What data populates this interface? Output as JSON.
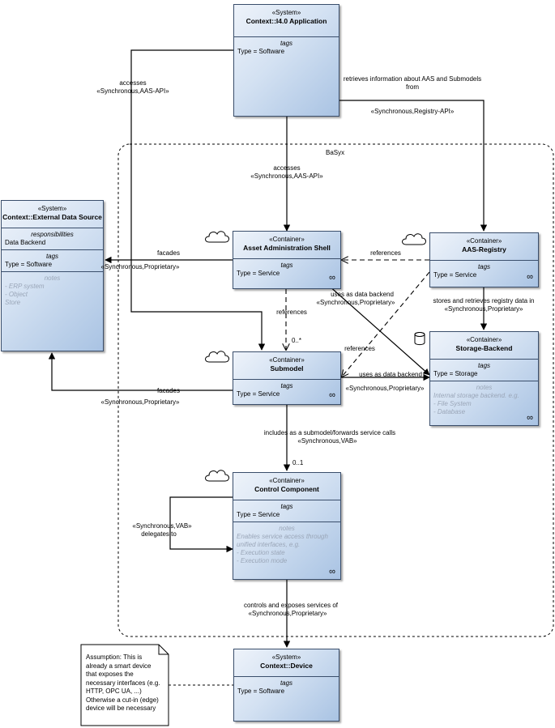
{
  "boundary": {
    "label": "BaSyx"
  },
  "nodes": {
    "i40_app": {
      "stereotype": "«System»",
      "title": "Context::I4.0 Application",
      "tags_label": "tags",
      "type": "Type = Software"
    },
    "external": {
      "stereotype": "«System»",
      "title": "Context::External Data Source",
      "resp_label": "responsibilities",
      "resp": "Data Backend",
      "tags_label": "tags",
      "type": "Type = Software",
      "notes_label": "notes",
      "notes": [
        "- ERP system",
        "- Object",
        "Store"
      ]
    },
    "aas": {
      "stereotype": "«Container»",
      "title": "Asset Administration Shell",
      "tags_label": "tags",
      "type": "Type = Service"
    },
    "registry": {
      "stereotype": "«Container»",
      "title": "AAS-Registry",
      "tags_label": "tags",
      "type": "Type = Service"
    },
    "storage": {
      "stereotype": "«Container»",
      "title": "Storage-Backend",
      "tags_label": "tags",
      "type": "Type = Storage",
      "notes_label": "notes",
      "notes": [
        "Internal storage backend. e.g.",
        "- File System",
        "- Database"
      ]
    },
    "submodel": {
      "stereotype": "«Container»",
      "title": "Submodel",
      "tags_label": "tags",
      "type": "Type = Service"
    },
    "control": {
      "stereotype": "«Container»",
      "title": "Control Component",
      "tags_label": "tags",
      "type": "Type = Service",
      "notes_label": "notes",
      "notes": [
        "Enables service access through",
        "unified interfaces, e.g.",
        "- Execution state",
        "- Execution mode"
      ]
    },
    "device": {
      "stereotype": "«System»",
      "title": "Context::Device",
      "tags_label": "tags",
      "type": "Type = Software"
    }
  },
  "edges": {
    "app_sub_1": "accesses",
    "app_sub_2": "«Synchronous,AAS-API»",
    "app_reg_1": "retrieves information about AAS and Submodels",
    "app_reg_2": "from",
    "app_reg_3": "«Synchronous,Registry-API»",
    "app_aas_1": "accesses",
    "app_aas_2": "«Synchronous,AAS-API»",
    "aas_ext_1": "facades",
    "aas_ext_2": "«Synchronous,Proprietary»",
    "reg_aas": "references",
    "aas_sto_1": "uses as data backend",
    "aas_sto_2": "«Synchronous,Proprietary»",
    "reg_sto_1": "stores and retrieves registry data in",
    "reg_sto_2": "«Synchronous,Proprietary»",
    "aas_sub": "references",
    "aas_sub_mult": "0..*",
    "reg_sub": "references",
    "sub_sto_1": "uses as data backend",
    "sub_sto_2": "«Synchronous,Proprietary»",
    "sub_ext_1": "facades",
    "sub_ext_2": "«Synchronous,Proprietary»",
    "sub_ctrl_1": "includes as a submodel/forwards service calls",
    "sub_ctrl_2": "«Synchronous,VAB»",
    "sub_ctrl_mult": "0..1",
    "ctrl_self_1": "«Synchronous,VAB»",
    "ctrl_self_2": "delegates to",
    "ctrl_dev_1": "controls and exposes services of",
    "ctrl_dev_2": "«Synchronous,Proprietary»"
  },
  "note": {
    "lines": [
      "Assumption: This is",
      "already a smart device",
      "that exposes the",
      "necessary interfaces (e.g.",
      "HTTP, OPC UA, ...)",
      "Otherwise a cut-in (edge)",
      "device will be necessary"
    ]
  }
}
